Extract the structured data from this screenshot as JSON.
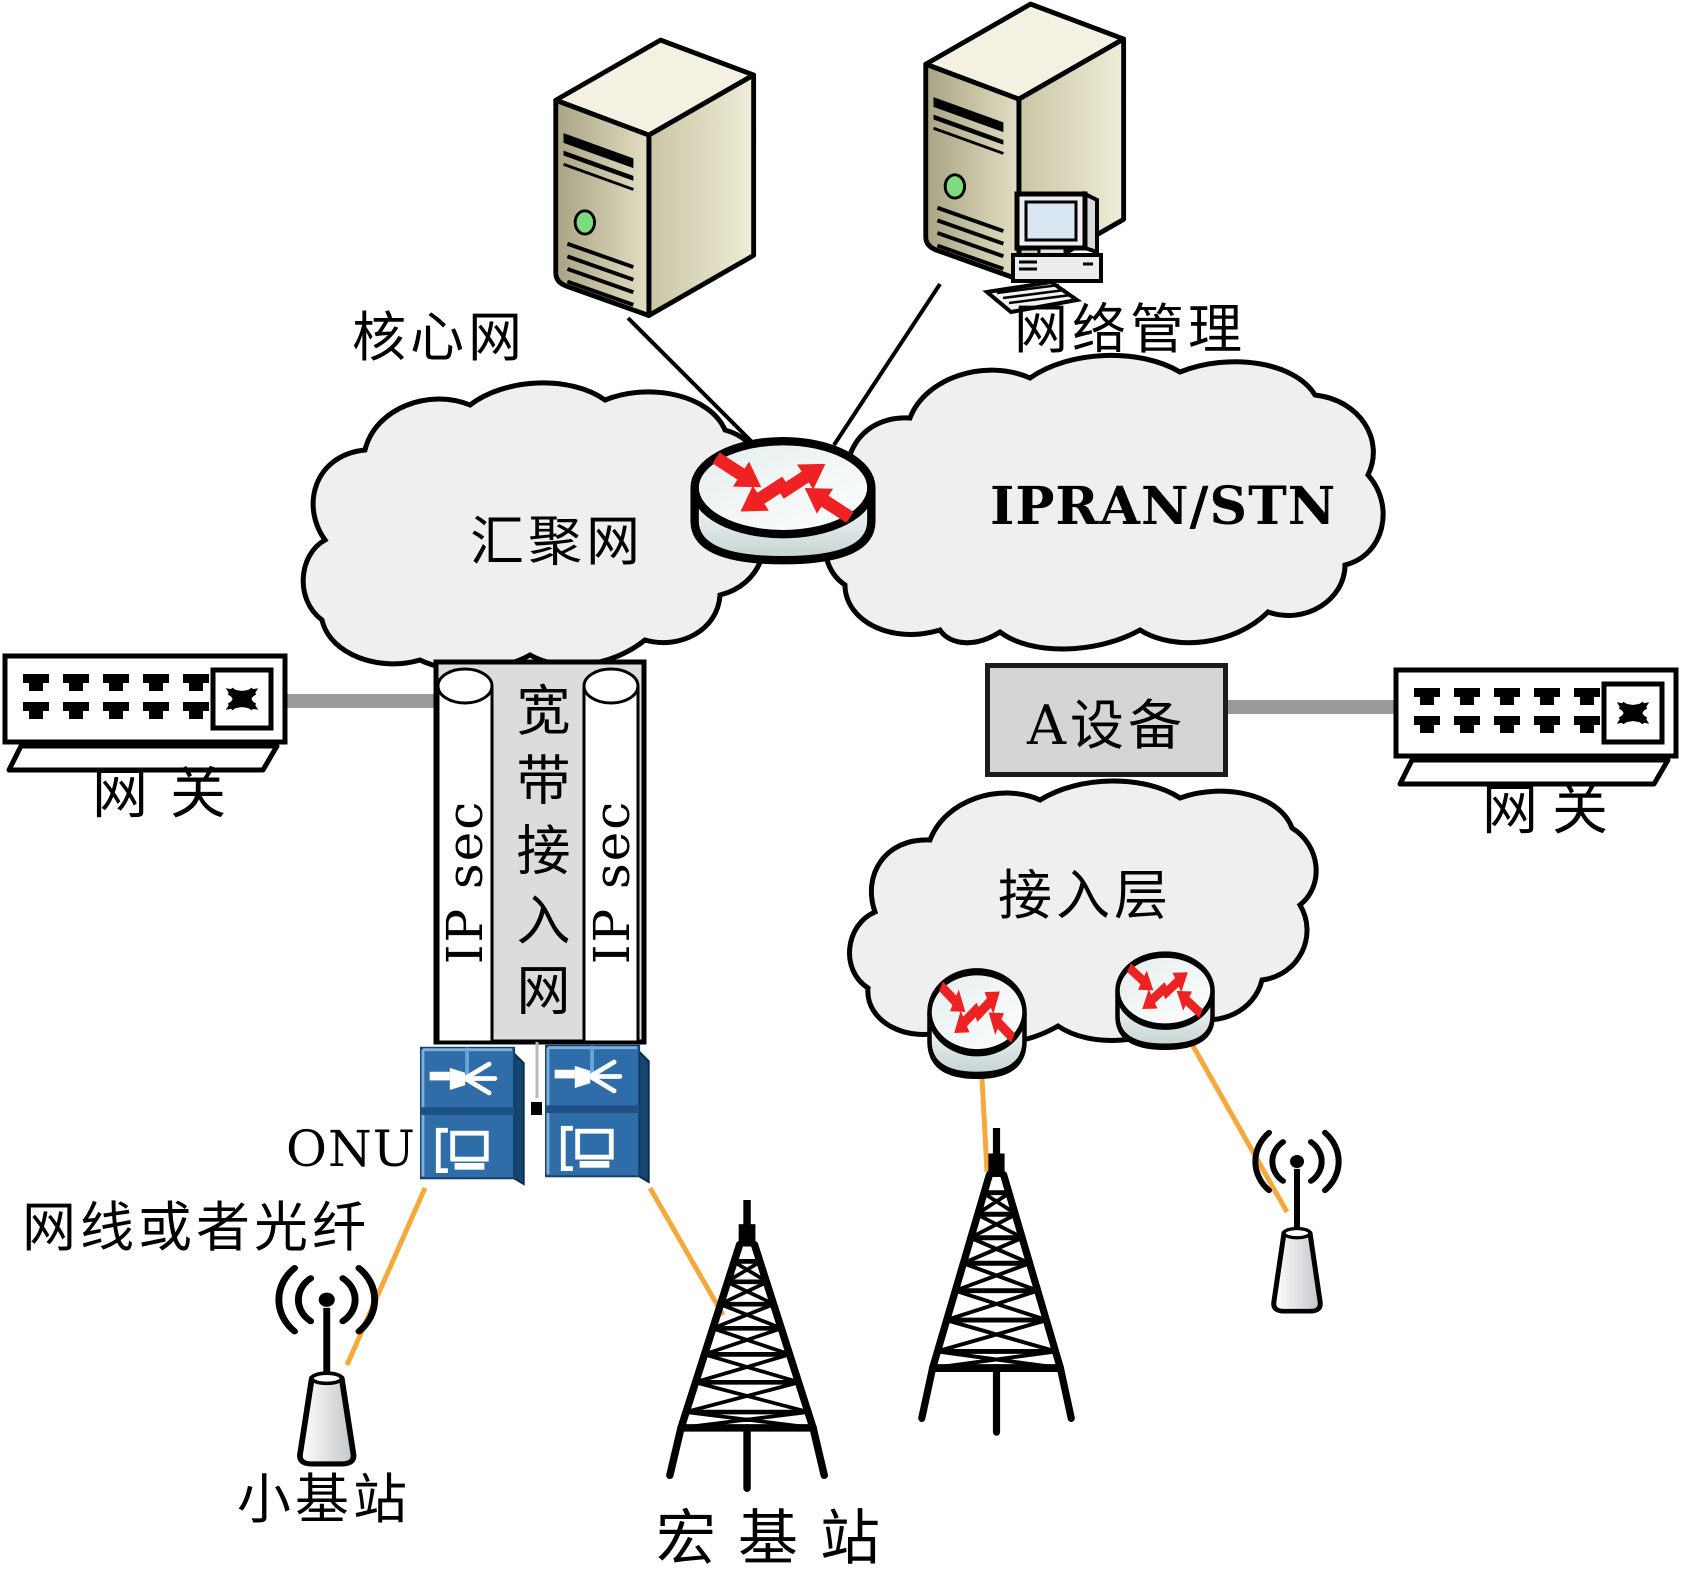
{
  "diagram": {
    "background": "#ffffff",
    "labels": {
      "core_network": "核心网",
      "network_management": "网络管理",
      "aggregation_network": "汇聚网",
      "ipran_stn": "IPRAN/STN",
      "gateway_left": "网关",
      "gateway_right": "网关",
      "a_device": "A设备",
      "access_layer": "接入层",
      "ip_sec_left": "IP sec",
      "ip_sec_right": "IP sec",
      "broadband_access": "宽带接入网",
      "onu": "ONU",
      "cable_or_fiber": "网线或者光纤",
      "small_base_station": "小基站",
      "macro_base_station": "宏基站"
    },
    "colors": {
      "cloud_fill": "#efefef",
      "outline": "#000000",
      "router_arrow": "#ee2222",
      "onu_blue": "#2f6da8",
      "fiber_orange": "#f5a93c",
      "link_gray": "#999999",
      "device_box_fill": "#d5d5d5",
      "pipe_fill": "#dcdcdc",
      "server_beige": "#d8d4b6",
      "power_led_green": "#7edc7e"
    },
    "icons": [
      "server-tower-icon",
      "desktop-computer-icon",
      "cloud-shape",
      "router-icon",
      "switch-icon",
      "crossed-arrows-icon",
      "ethernet-port-icon",
      "pipe-tunnel-icon",
      "onu-device-icon",
      "optical-splitter-icon",
      "terminal-computer-icon",
      "lattice-tower-icon",
      "small-cell-antenna-icon",
      "radio-waves-icon"
    ]
  }
}
